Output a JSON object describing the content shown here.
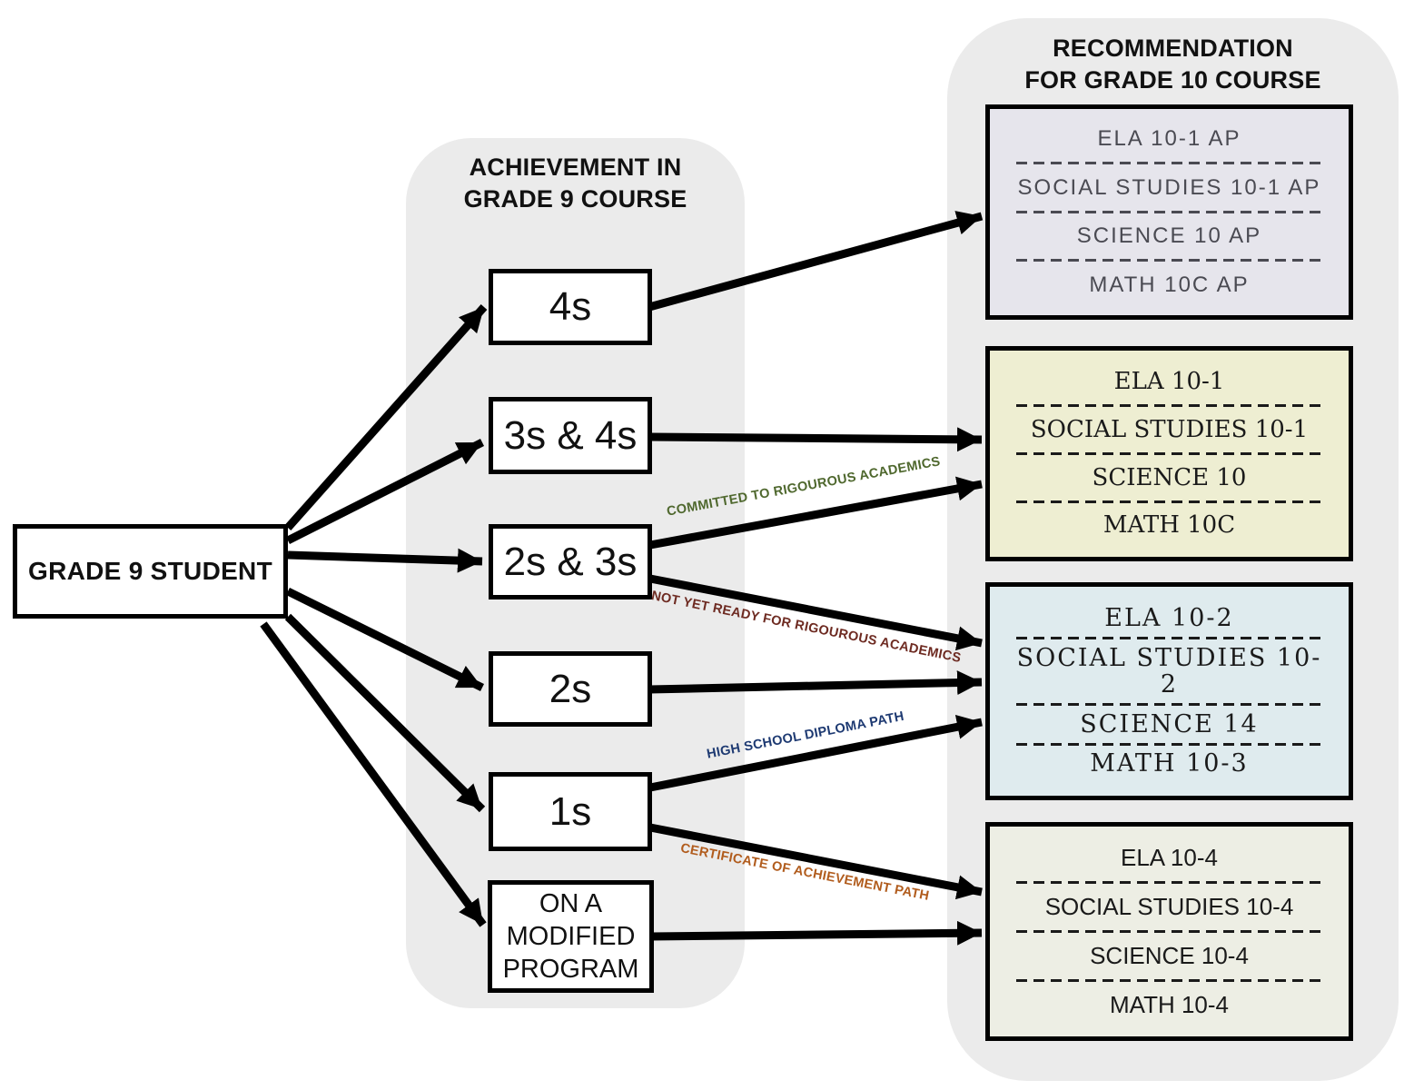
{
  "student_box": {
    "label": "GRADE 9 STUDENT"
  },
  "middle_panel": {
    "header": "ACHIEVEMENT IN\nGRADE 9 COURSE",
    "boxes": [
      {
        "label": "4s"
      },
      {
        "label": "3s & 4s"
      },
      {
        "label": "2s & 3s"
      },
      {
        "label": "2s"
      },
      {
        "label": "1s"
      },
      {
        "label": "ON A\nMODIFIED\nPROGRAM"
      }
    ]
  },
  "right_panel": {
    "header": "RECOMMENDATION\nFOR GRADE 10 COURSE",
    "boxes": [
      {
        "bg": "#e6e5ec",
        "text_color": "#4a4a52",
        "courses": [
          "ELA 10-1 AP",
          "SOCIAL STUDIES 10-1 AP",
          "SCIENCE 10 AP",
          "MATH 10C AP"
        ]
      },
      {
        "bg": "#eeeed2",
        "text_color": "#1a1a1a",
        "courses": [
          "ELA 10-1",
          "SOCIAL STUDIES 10-1",
          "SCIENCE 10",
          "MATH 10C"
        ]
      },
      {
        "bg": "#dfebee",
        "text_color": "#1a1a1a",
        "courses": [
          "ELA 10-2",
          "SOCIAL STUDIES 10-2",
          "SCIENCE 14",
          "MATH 10-3"
        ]
      },
      {
        "bg": "#edeee4",
        "text_color": "#1a1a1a",
        "courses": [
          "ELA 10-4",
          "SOCIAL STUDIES 10-4",
          "SCIENCE 10-4",
          "MATH 10-4"
        ]
      }
    ]
  },
  "edge_labels": [
    {
      "text": "COMMITTED TO RIGOUROUS ACADEMICS",
      "color": "#4f682e"
    },
    {
      "text": "NOT YET READY FOR RIGOUROUS ACADEMICS",
      "color": "#6e2b22"
    },
    {
      "text": "HIGH SCHOOL DIPLOMA PATH",
      "color": "#1e3a72"
    },
    {
      "text": "CERTIFICATE OF ACHIEVEMENT PATH",
      "color": "#b15c1d"
    }
  ],
  "colors": {
    "panel_bg": "#ebebeb",
    "arrow": "#000000",
    "box_border": "#000000",
    "box_fill": "#ffffff"
  }
}
